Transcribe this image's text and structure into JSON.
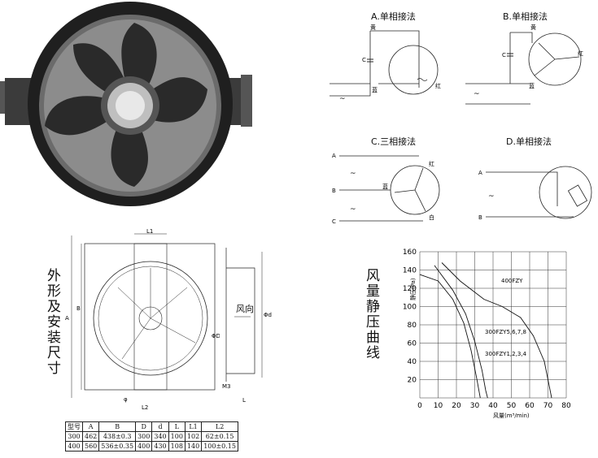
{
  "wiring": {
    "a_title": "A.单相接法",
    "b_title": "B.单相接法",
    "c_title": "C.三相接法",
    "d_title": "D.单相接法",
    "yellow": "黄",
    "blue": "蓝",
    "red": "红",
    "white": "白",
    "cap": "C",
    "tilde": "~",
    "term_a": "A",
    "term_b": "B",
    "term_c": "C"
  },
  "dims": {
    "vertical_title": "外形及安装尺寸",
    "l1": "L1",
    "l2": "L2",
    "a": "A",
    "b": "B",
    "phi_d": "ΦD",
    "phi_d_small": "Φd",
    "wind": "风向",
    "m3": "M3",
    "l": "L",
    "phi": "φ"
  },
  "table": {
    "headers": [
      "型号",
      "A",
      "B",
      "D",
      "d",
      "L",
      "L1",
      "L2"
    ],
    "rows": [
      [
        "300",
        "462",
        "438±0.3",
        "300",
        "340",
        "100",
        "102",
        "62±0.15"
      ],
      [
        "400",
        "560",
        "536±0.35",
        "400",
        "430",
        "108",
        "140",
        "100±0.15"
      ]
    ]
  },
  "chart_data": {
    "type": "line",
    "side_title": "风量静压曲线",
    "ylabel": "静压(Pa)",
    "xlabel": "风量(m³/min)",
    "xlim": [
      0,
      80
    ],
    "ylim": [
      0,
      160
    ],
    "xticks": [
      "0",
      "10",
      "20",
      "30",
      "40",
      "50",
      "60",
      "70",
      "80"
    ],
    "yticks": [
      "20",
      "40",
      "60",
      "80",
      "100",
      "120",
      "140",
      "160"
    ],
    "grid": true,
    "series": [
      {
        "name": "400FZY",
        "x": [
          12,
          22,
          35,
          45,
          55,
          62,
          68,
          72
        ],
        "y": [
          148,
          128,
          108,
          100,
          88,
          68,
          40,
          0
        ]
      },
      {
        "name": "300FZY5,6,7,8",
        "x": [
          0,
          10,
          18,
          24,
          28,
          31,
          33
        ],
        "y": [
          135,
          128,
          108,
          82,
          52,
          22,
          0
        ]
      },
      {
        "name": "300FZY1,2,3,4",
        "x": [
          8,
          18,
          25,
          30,
          34,
          36,
          37
        ],
        "y": [
          145,
          118,
          92,
          62,
          30,
          8,
          0
        ]
      }
    ]
  }
}
